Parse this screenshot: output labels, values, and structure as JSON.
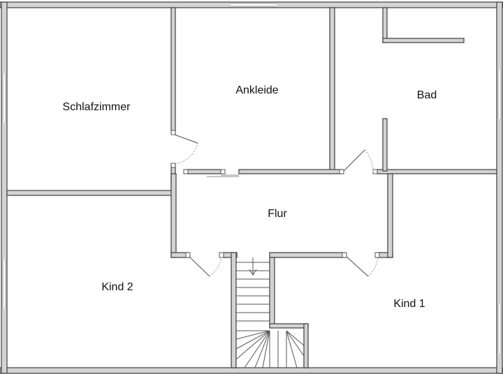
{
  "floorplan": {
    "rooms": [
      {
        "id": "schlafzimmer",
        "label": "Schlafzimmer"
      },
      {
        "id": "ankleide",
        "label": "Ankleide"
      },
      {
        "id": "bad",
        "label": "Bad"
      },
      {
        "id": "flur",
        "label": "Flur"
      },
      {
        "id": "kind2",
        "label": "Kind 2"
      },
      {
        "id": "kind1",
        "label": "Kind 1"
      }
    ]
  }
}
